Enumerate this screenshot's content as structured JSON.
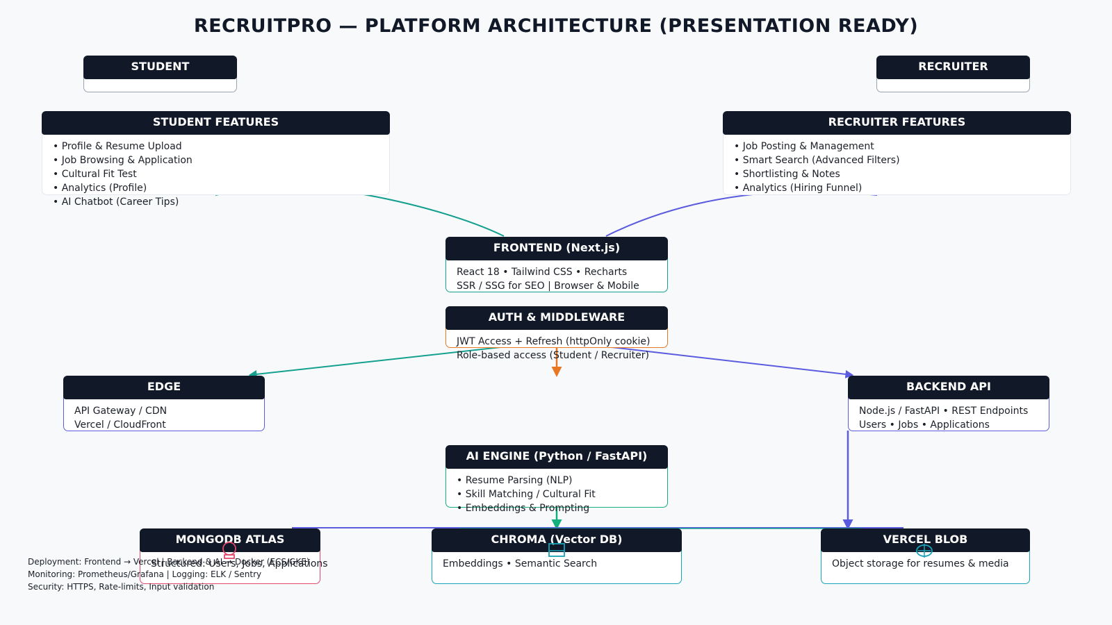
{
  "title": "RECRUITPRO — PLATFORM ARCHITECTURE (PRESENTATION READY)",
  "colors": {
    "header_bg": "#111827",
    "teal": "#13a08e",
    "indigo": "#5b5be0",
    "orange": "#e87722",
    "green": "#12b07a",
    "pink": "#e0496b",
    "cyan": "#17a2b8"
  },
  "student": {
    "title": "STUDENT"
  },
  "recruiter": {
    "title": "RECRUITER"
  },
  "student_features": {
    "title": "STUDENT FEATURES",
    "items": [
      "• Profile & Resume Upload",
      "• Job Browsing & Application",
      "• Cultural Fit Test",
      "• Analytics (Profile)",
      "• AI Chatbot (Career Tips)"
    ]
  },
  "recruiter_features": {
    "title": "RECRUITER FEATURES",
    "items": [
      "• Job Posting & Management",
      "• Smart Search (Advanced Filters)",
      "• Shortlisting & Notes",
      "• Analytics (Hiring Funnel)"
    ]
  },
  "frontend": {
    "title": "FRONTEND (Next.js)",
    "lines": [
      "React 18 • Tailwind CSS • Recharts",
      "SSR / SSG for SEO | Browser & Mobile"
    ]
  },
  "auth": {
    "title": "AUTH & MIDDLEWARE",
    "lines": [
      "JWT Access + Refresh (httpOnly cookie)",
      "Role-based access (Student / Recruiter)"
    ]
  },
  "edge": {
    "title": "EDGE",
    "lines": [
      "API Gateway / CDN",
      "Vercel / CloudFront"
    ]
  },
  "backend": {
    "title": "BACKEND API",
    "lines": [
      "Node.js / FastAPI • REST Endpoints",
      "Users • Jobs • Applications"
    ]
  },
  "ai_engine": {
    "title": "AI ENGINE (Python / FastAPI)",
    "lines": [
      "• Resume Parsing (NLP)",
      "• Skill Matching / Cultural Fit",
      "• Embeddings & Prompting"
    ]
  },
  "mongodb": {
    "title": "MONGODB ATLAS",
    "lines": [
      "Structured: Users, Jobs, Applications"
    ],
    "icon": "database-icon"
  },
  "chroma": {
    "title": "CHROMA (Vector DB)",
    "lines": [
      "Embeddings • Semantic Search"
    ],
    "icon": "vector-db-icon"
  },
  "blob": {
    "title": "VERCEL BLOB",
    "lines": [
      "Object storage for resumes & media"
    ],
    "icon": "storage-icon"
  },
  "footer": [
    "Deployment: Frontend → Vercel | Backend & AI → Docker (ECS/GKE)",
    "Monitoring: Prometheus/Grafana | Logging: ELK / Sentry",
    "Security: HTTPS, Rate-limits, Input validation"
  ]
}
